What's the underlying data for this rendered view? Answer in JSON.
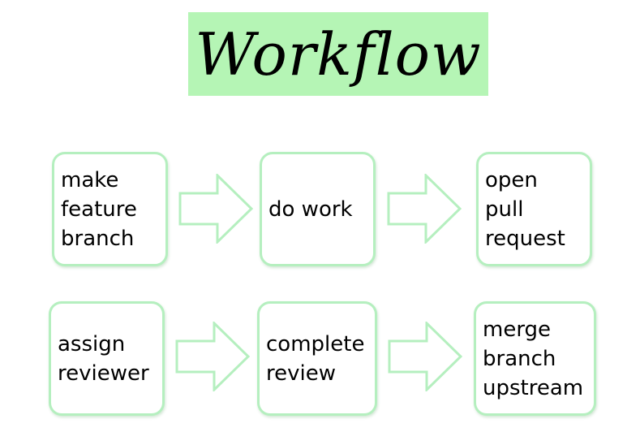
{
  "title": {
    "text": "Workflow",
    "background": "#b5f5b5"
  },
  "steps": [
    {
      "label": "make\nfeature\nbranch"
    },
    {
      "label": "do work"
    },
    {
      "label": "open\npull\nrequest"
    },
    {
      "label": "assign\nreviewer"
    },
    {
      "label": "complete\nreview"
    },
    {
      "label": "merge\nbranch\nupstream"
    }
  ],
  "colors": {
    "box_border": "#b5efbf",
    "arrow_stroke": "#b5efbf"
  },
  "icons": {
    "connector": "right-arrow-icon"
  }
}
